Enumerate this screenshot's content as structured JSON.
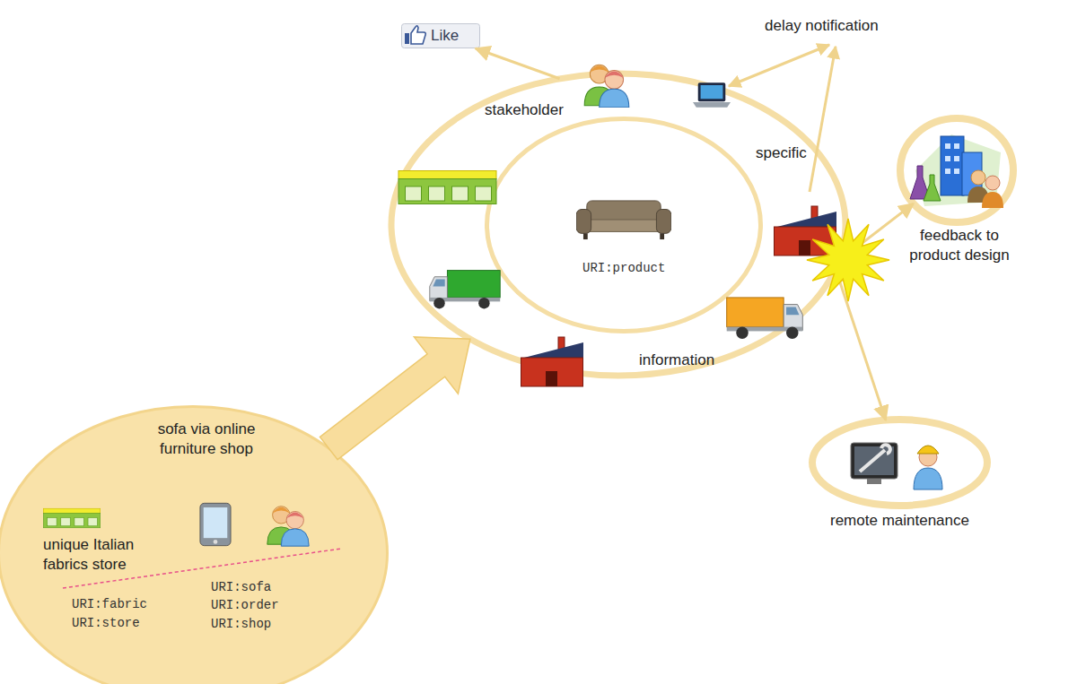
{
  "diagram": {
    "nodes": [
      {
        "text": [
          "stakeholder",
          "specific",
          "information"
        ]
      },
      {
        "text": [
          "URI:product"
        ],
        "in": 0
      },
      {
        "text": [
          "Like"
        ]
      },
      {
        "text": [
          "feedback to product design"
        ]
      },
      {
        "text": [
          "remote maintenance"
        ]
      },
      {
        "text": [
          "sofa via online furniture shop",
          "unique Italian fabrics store",
          "URI:fabric",
          "URI:store",
          "URI:sofa",
          "URI:order",
          "URI:shop"
        ]
      }
    ],
    "edges": [
      {
        "from": 5,
        "to": 0,
        "arrow": "to"
      },
      {
        "from": 0,
        "to": 2,
        "arrow": "to"
      },
      {
        "from": 0,
        "to": 3,
        "arrow": "both"
      },
      {
        "from": 0,
        "to": 4,
        "arrow": "both"
      }
    ],
    "labels": [
      "delay notification"
    ]
  }
}
